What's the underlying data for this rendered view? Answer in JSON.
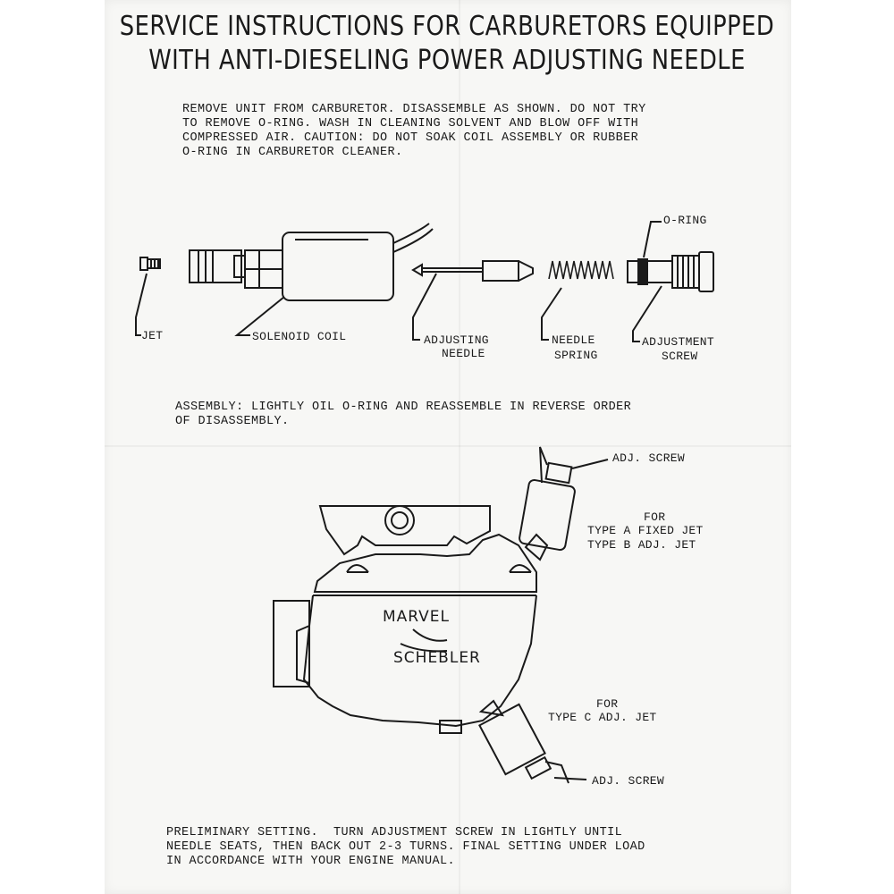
{
  "title": {
    "line1": "SERVICE INSTRUCTIONS FOR CARBURETORS EQUIPPED",
    "line2": "WITH ANTI-DIESELING POWER ADJUSTING NEEDLE"
  },
  "instructions": {
    "removal": [
      "REMOVE UNIT FROM CARBURETOR. DISASSEMBLE AS SHOWN. DO NOT TRY",
      "TO REMOVE O-RING. WASH IN CLEANING SOLVENT AND BLOW OFF WITH",
      "COMPRESSED AIR. CAUTION: DO NOT SOAK COIL ASSEMBLY OR RUBBER",
      "O-RING IN CARBURETOR CLEANER."
    ],
    "assembly": [
      "ASSEMBLY: LIGHTLY OIL O-RING AND REASSEMBLE IN REVERSE ORDER",
      "OF DISASSEMBLY."
    ],
    "preliminary": [
      "PRELIMINARY SETTING.  TURN ADJUSTMENT SCREW IN LIGHTLY UNTIL",
      "NEEDLE SEATS, THEN BACK OUT 2-3 TURNS. FINAL SETTING UNDER LOAD",
      "IN ACCORDANCE WITH YOUR ENGINE MANUAL."
    ]
  },
  "parts": {
    "jet": "JET",
    "solenoid_coil": "SOLENOID COIL",
    "adjusting_needle": [
      "ADJUSTING",
      "NEEDLE"
    ],
    "needle_spring": [
      "NEEDLE",
      "SPRING"
    ],
    "o_ring": "O-RING",
    "adjustment_screw": [
      "ADJUSTMENT",
      "SCREW"
    ]
  },
  "carburetor": {
    "brand_line1": "MARVEL",
    "brand_line2": "SCHEBLER",
    "adj_screw_top": "ADJ. SCREW",
    "type_top": [
      "FOR",
      "TYPE A FIXED JET",
      "TYPE B  ADJ.  JET"
    ],
    "type_bottom": [
      "FOR",
      "TYPE C ADJ. JET"
    ],
    "adj_screw_bottom": "ADJ. SCREW"
  }
}
